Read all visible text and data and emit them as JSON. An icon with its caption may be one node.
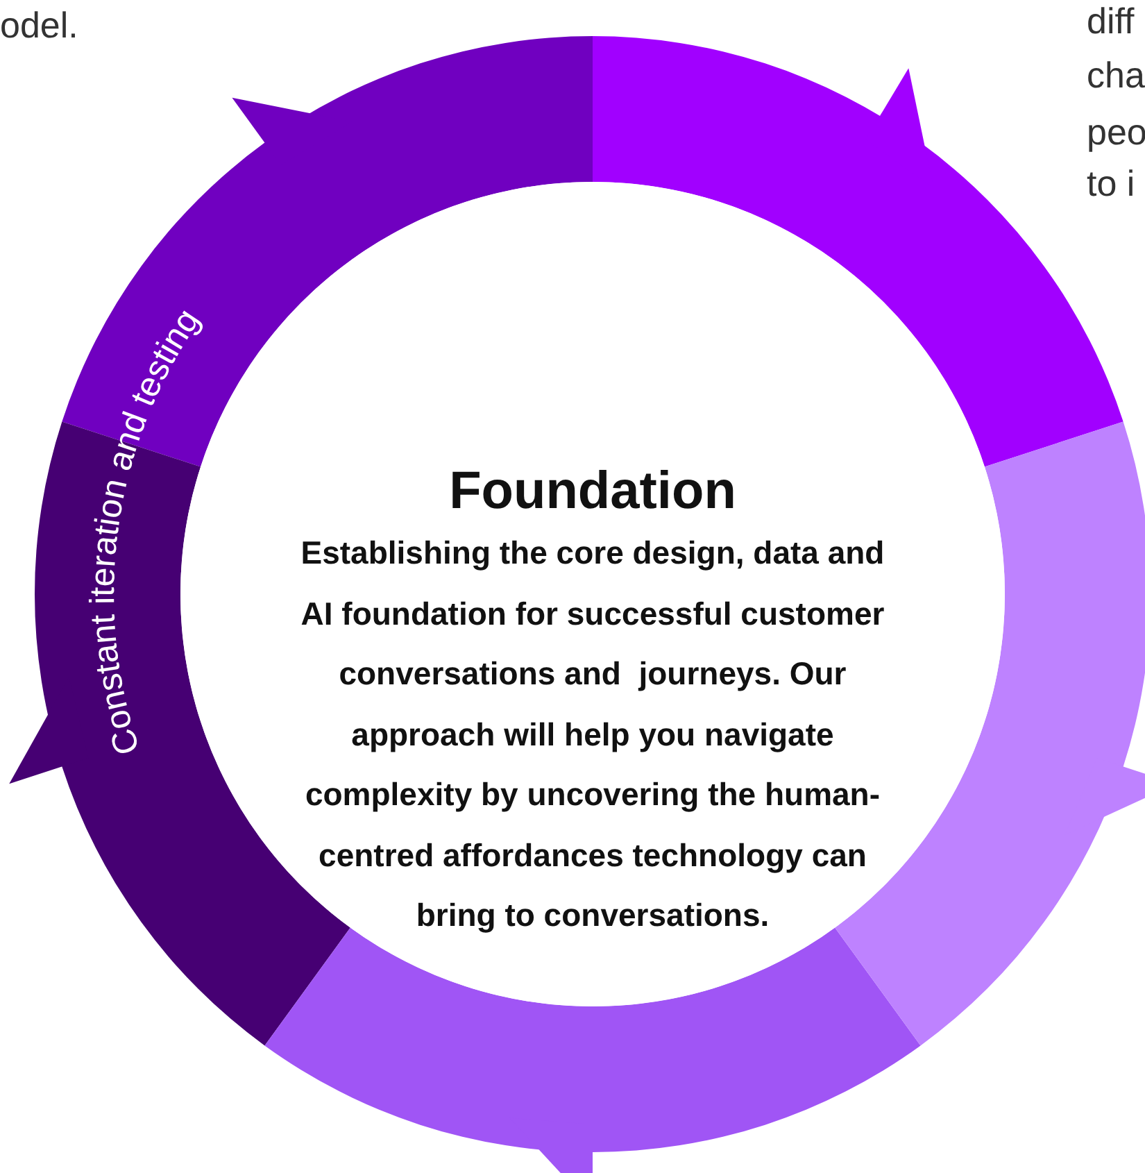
{
  "diagram": {
    "nodes": [
      {
        "text": [
          "Foundation",
          "Establishing the core design, data and AI foundation for successful customer conversations and  journeys. Our approach will help you navigate complexity by uncovering the human-centred affordances technology can bring to conversations."
        ]
      }
    ],
    "labels": [
      "odel.",
      "diff",
      "cha",
      "peo",
      "to i",
      "Constant iteration and testing"
    ]
  }
}
